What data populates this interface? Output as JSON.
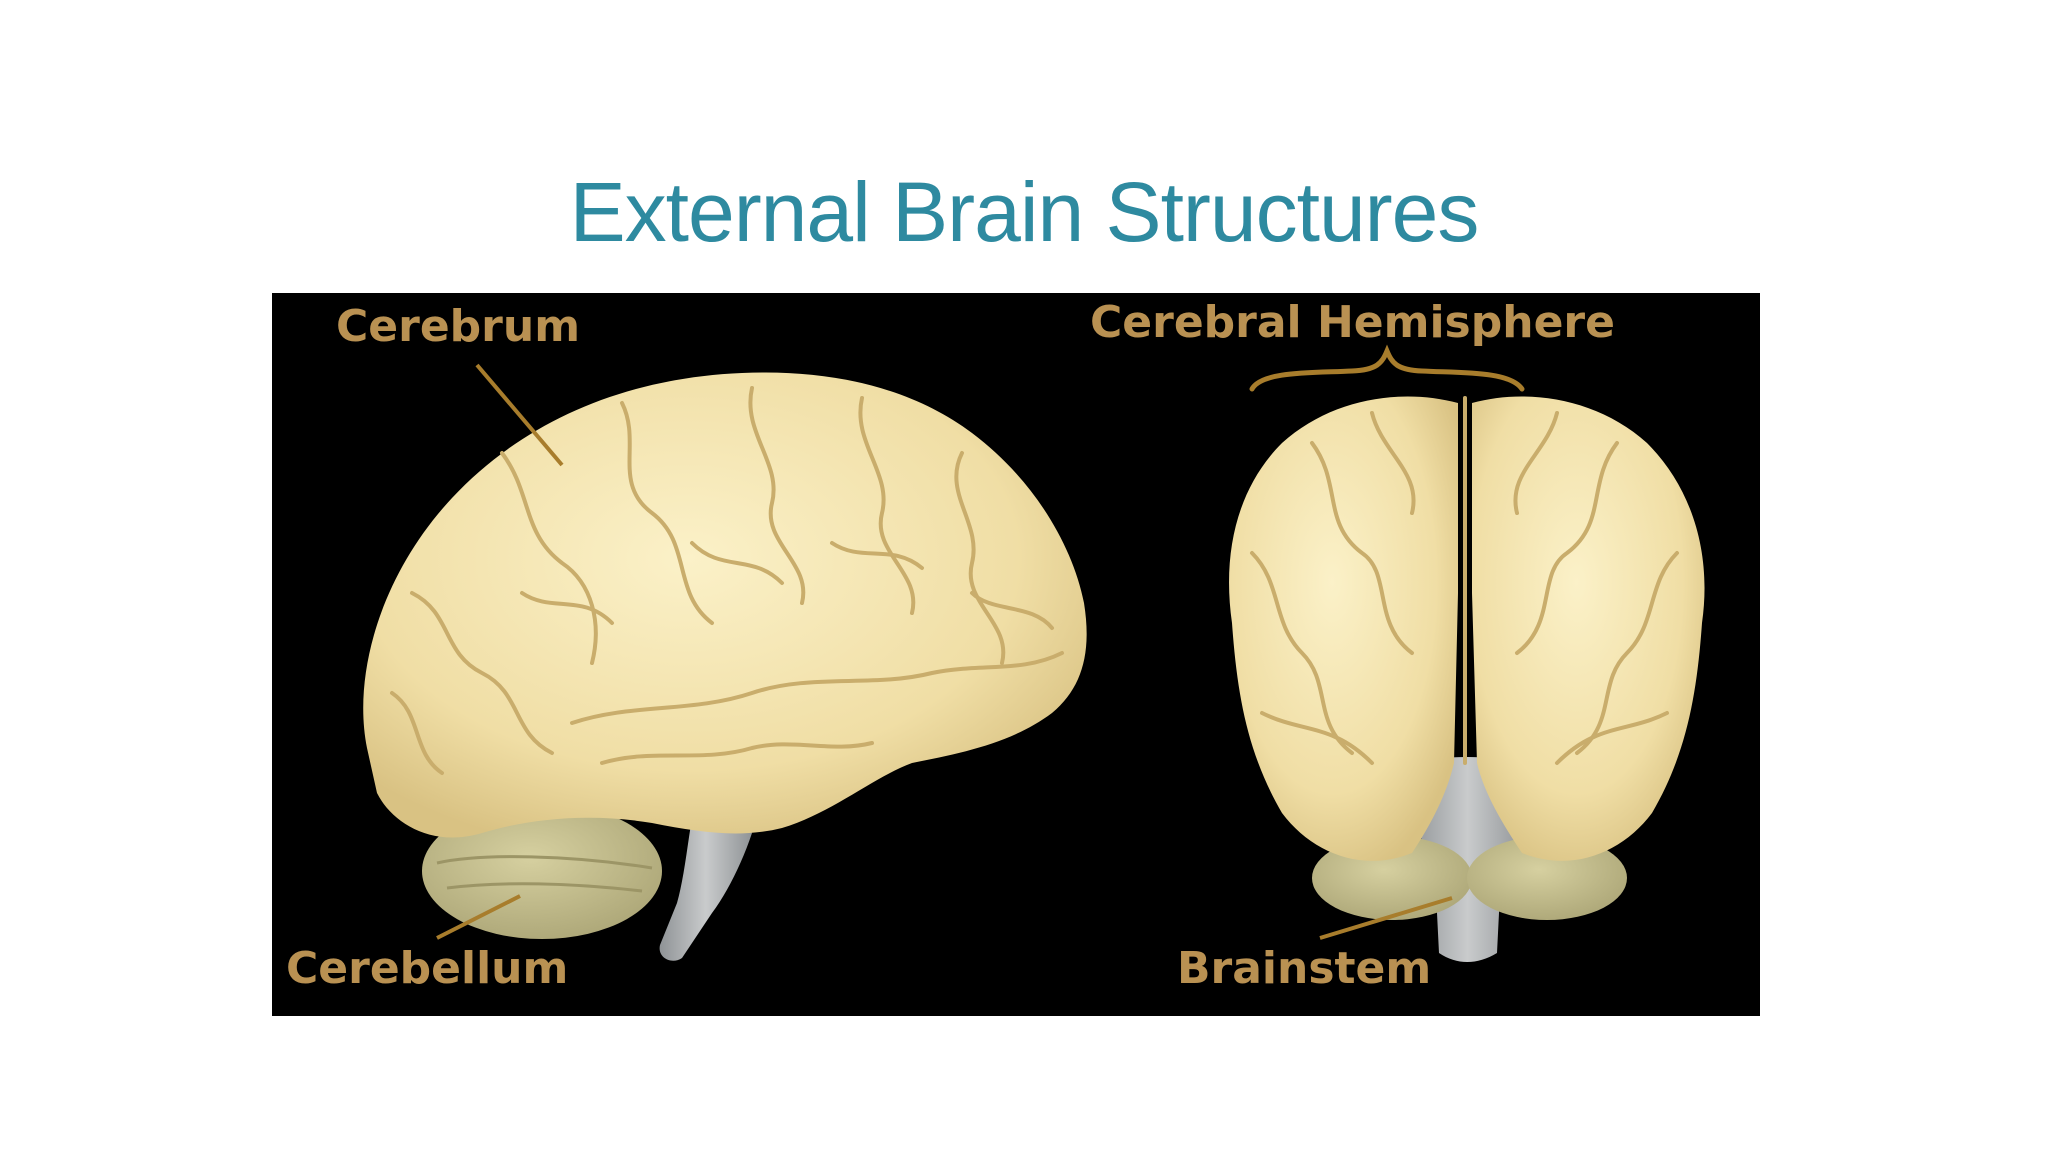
{
  "slide": {
    "title": "External Brain Structures",
    "title_color": "#2e8aa0"
  },
  "figure": {
    "label_color": "#b99152",
    "leader_color": "#a87d2c",
    "cerebrum_color": "#f3e4b0",
    "cerebellum_color": "#c7c08e",
    "brainstem_color": "#a9acae",
    "labels": {
      "cerebrum": "Cerebrum",
      "cerebellum": "Cerebellum",
      "cerebral_hemisphere": "Cerebral Hemisphere",
      "brainstem": "Brainstem"
    }
  }
}
